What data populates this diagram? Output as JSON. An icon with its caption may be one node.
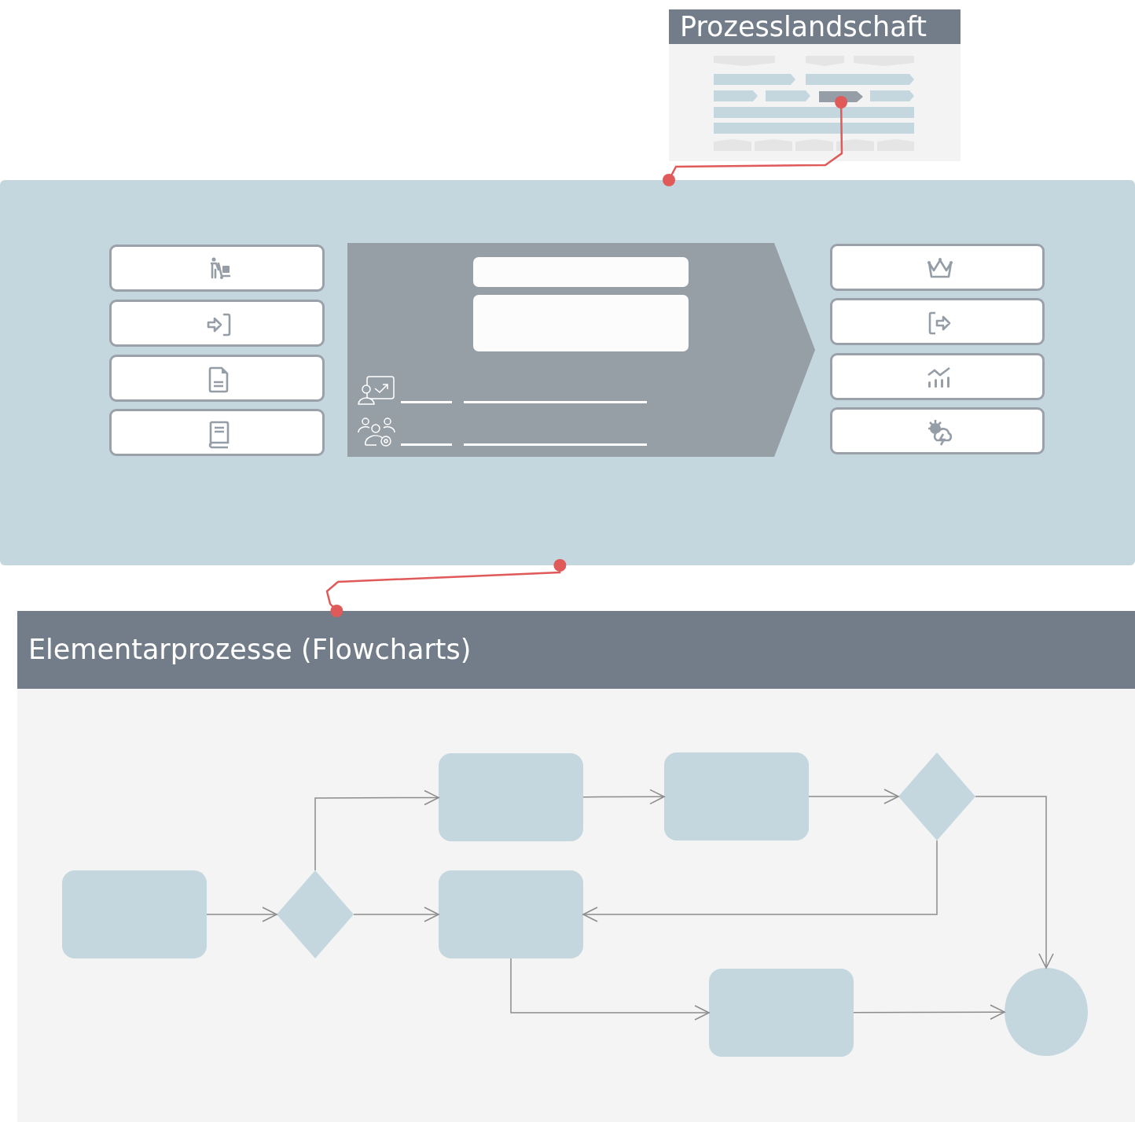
{
  "diagram": {
    "nodes": [
      {
        "text": [
          "Prozesslandschaft"
        ]
      },
      {
        "text": [],
        "shape": "bar",
        "in": 0
      },
      {
        "text": [],
        "shape": "box"
      },
      {
        "text": [],
        "shape": "box",
        "in": 2
      },
      {
        "text": [],
        "shape": "box",
        "in": 2
      },
      {
        "text": [],
        "shape": "box",
        "in": 2
      },
      {
        "text": [],
        "shape": "box",
        "in": 2
      },
      {
        "text": [],
        "shape": "arrow",
        "in": 2
      },
      {
        "text": [],
        "shape": "box",
        "in": 7
      },
      {
        "text": [],
        "shape": "box",
        "in": 7
      },
      {
        "text": [],
        "shape": "box",
        "in": 2
      },
      {
        "text": [],
        "shape": "box",
        "in": 2
      },
      {
        "text": [],
        "shape": "box",
        "in": 2
      },
      {
        "text": [],
        "shape": "box",
        "in": 2
      },
      {
        "text": [
          "Elementarprozesse (Flowcharts)"
        ]
      },
      {
        "text": [],
        "shape": "box",
        "in": 14
      },
      {
        "text": [],
        "shape": "diamond",
        "in": 14
      },
      {
        "text": [],
        "shape": "box",
        "in": 14
      },
      {
        "text": [],
        "shape": "box",
        "in": 14
      },
      {
        "text": [],
        "shape": "diamond",
        "in": 14
      },
      {
        "text": [],
        "shape": "box",
        "in": 14
      },
      {
        "text": [],
        "shape": "box",
        "in": 14
      },
      {
        "text": [],
        "shape": "circle",
        "in": 14
      }
    ],
    "edges": [
      {
        "from": 1,
        "to": 2,
        "arrow": "other",
        "color": "#e05a5a"
      },
      {
        "from": 2,
        "to": 14,
        "arrow": "other",
        "color": "#e05a5a"
      },
      {
        "from": 15,
        "to": 16,
        "arrow": "to"
      },
      {
        "from": 16,
        "to": 17,
        "arrow": "to"
      },
      {
        "from": 16,
        "to": 20,
        "arrow": "to"
      },
      {
        "from": 17,
        "to": 18,
        "arrow": "to"
      },
      {
        "from": 18,
        "to": 19,
        "arrow": "to"
      },
      {
        "from": 19,
        "to": 22,
        "arrow": "to"
      },
      {
        "from": 19,
        "to": 20,
        "arrow": "to"
      },
      {
        "from": 20,
        "to": 21,
        "arrow": "to"
      },
      {
        "from": 21,
        "to": 22,
        "arrow": "to"
      }
    ]
  }
}
